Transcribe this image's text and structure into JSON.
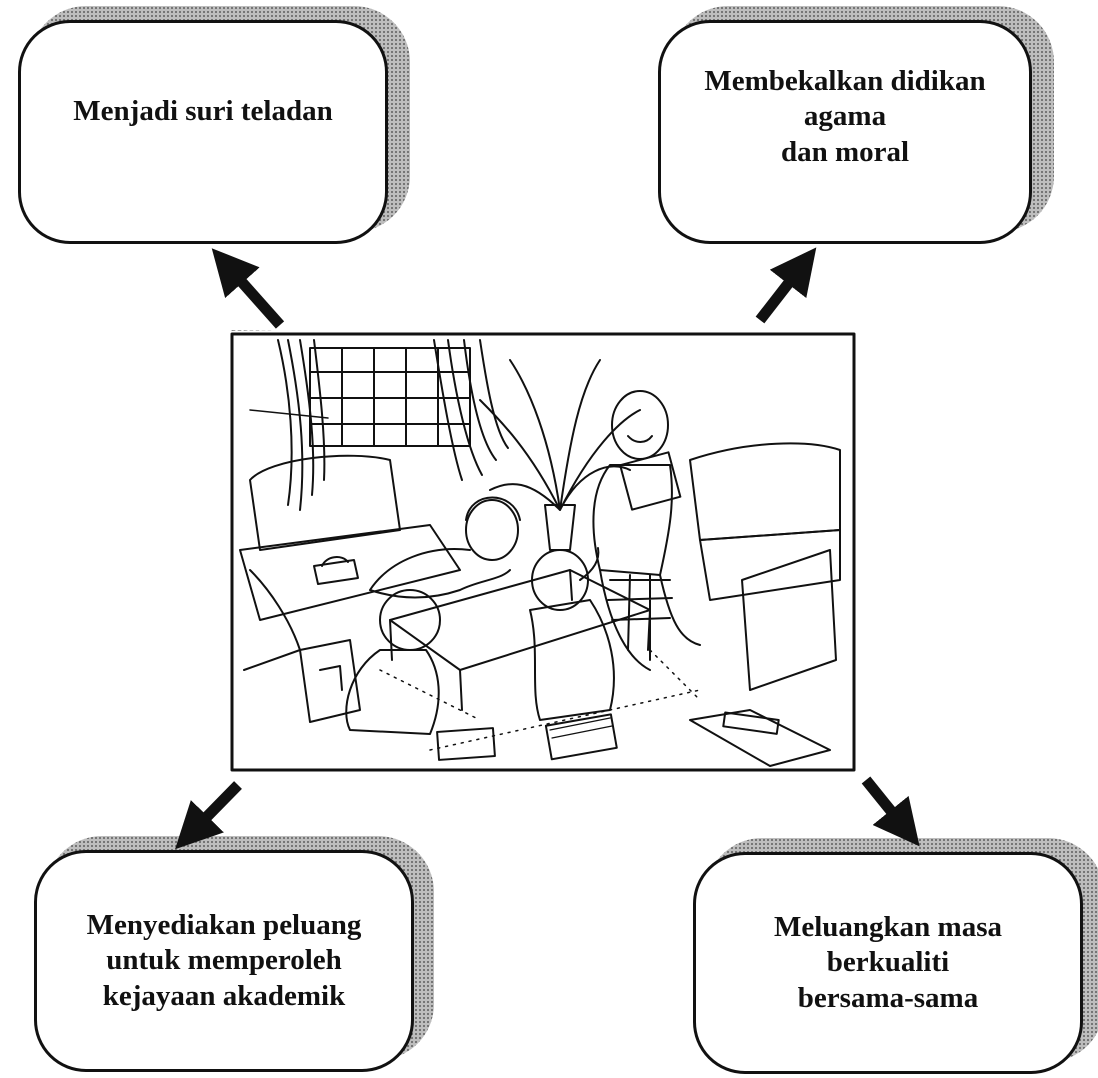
{
  "boxes": {
    "top_left": "Menjadi suri teladan",
    "top_right": "Membekalkan didikan\nagama\ndan moral",
    "bottom_left": "Menyediakan peluang\nuntuk memperoleh\nkejayaan akademik",
    "bottom_right": "Meluangkan masa\nberkualiti\nbersama-sama"
  },
  "illustration": {
    "icon": "family-living-room-illustration"
  },
  "colors": {
    "ink": "#111111",
    "shadow": "#9a9a9a",
    "background": "#ffffff"
  }
}
